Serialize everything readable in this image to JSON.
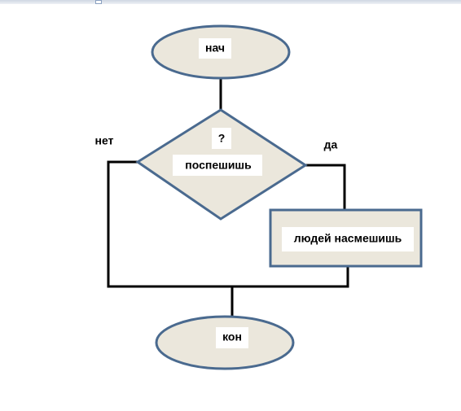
{
  "flowchart": {
    "start_label": "нач",
    "question_label": "?",
    "decision_label": "поспешишь",
    "process_label": "людей насмешишь",
    "end_label": "кон",
    "no_label": "нет",
    "yes_label": "да"
  },
  "colors": {
    "shape_fill": "#ebe7dc",
    "shape_stroke": "#4a6a8f",
    "line": "#000000",
    "label_bg": "#ffffff"
  }
}
